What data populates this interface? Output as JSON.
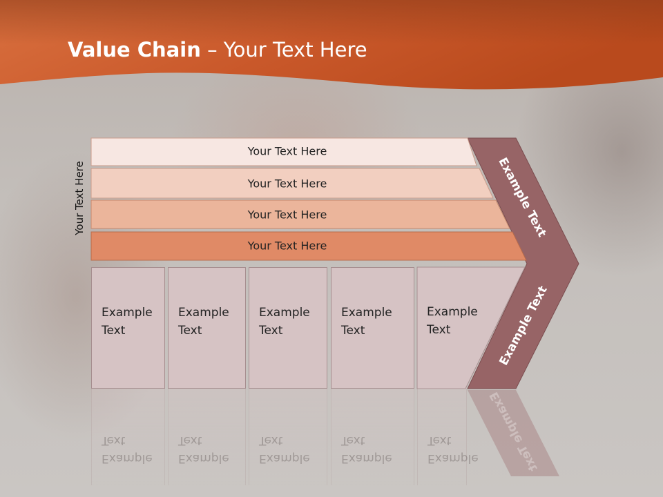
{
  "title": {
    "bold": "Value Chain",
    "rest": " – Your Text Here"
  },
  "side_label": "Your Text Here",
  "bands": [
    {
      "label": "Your Text Here",
      "color": "#f7e7e2"
    },
    {
      "label": "Your Text Here",
      "color": "#f2cfc0"
    },
    {
      "label": "Your Text Here",
      "color": "#ebb59b"
    },
    {
      "label": "Your Text Here",
      "color": "#e08a66"
    }
  ],
  "columns": [
    {
      "label": "Example Text"
    },
    {
      "label": "Example Text"
    },
    {
      "label": "Example Text"
    },
    {
      "label": "Example Text"
    },
    {
      "label": "Example Text"
    }
  ],
  "chevron": {
    "upper": "Example Text",
    "lower": "Example Text",
    "color": "#976466"
  },
  "colors": {
    "header_dark": "#c14e1f",
    "header_light": "#d9703f",
    "column_fill": "#d6c3c4"
  }
}
